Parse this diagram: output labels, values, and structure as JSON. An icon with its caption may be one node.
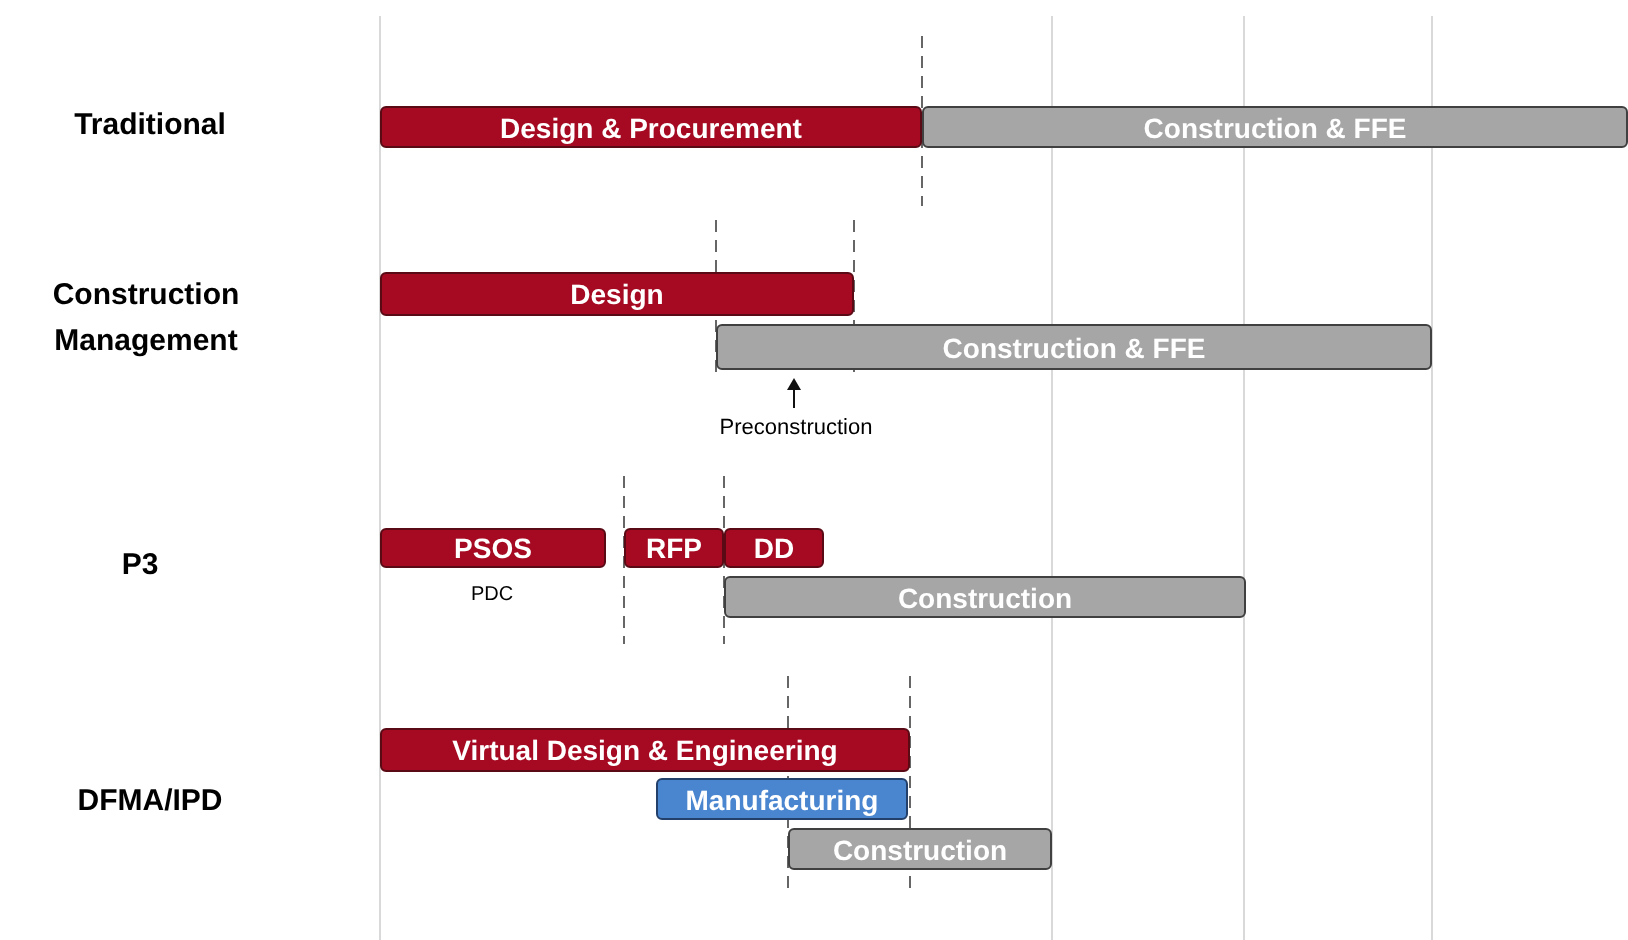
{
  "diagram": {
    "nodes": [
      {
        "text": [
          "Design & Procurement"
        ]
      },
      {
        "text": [
          "Construction & FFE"
        ]
      },
      {
        "text": [
          "Design"
        ]
      },
      {
        "text": [
          "Construction & FFE"
        ]
      },
      {
        "text": [
          "PSOS"
        ]
      },
      {
        "text": [
          "RFP"
        ]
      },
      {
        "text": [
          "DD"
        ]
      },
      {
        "text": [
          "Construction"
        ]
      },
      {
        "text": [
          "Virtual Design & Engineering"
        ]
      },
      {
        "text": [
          "Manufacturing"
        ]
      },
      {
        "text": [
          "Construction"
        ]
      }
    ],
    "labels": [
      "Traditional",
      "Construction Management",
      "Preconstruction",
      "P3",
      "PDC",
      "DFMA/IPD"
    ]
  }
}
